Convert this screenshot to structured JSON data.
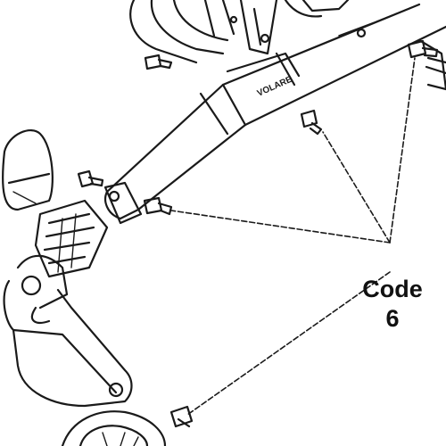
{
  "callout": {
    "code_label": "Code",
    "code_number": "6"
  },
  "frame_text": "VOLARE",
  "colors": {
    "line": "#1a1a1a",
    "fill": "#ffffff",
    "shade": "#d9d9d9",
    "dark": "#333333"
  }
}
